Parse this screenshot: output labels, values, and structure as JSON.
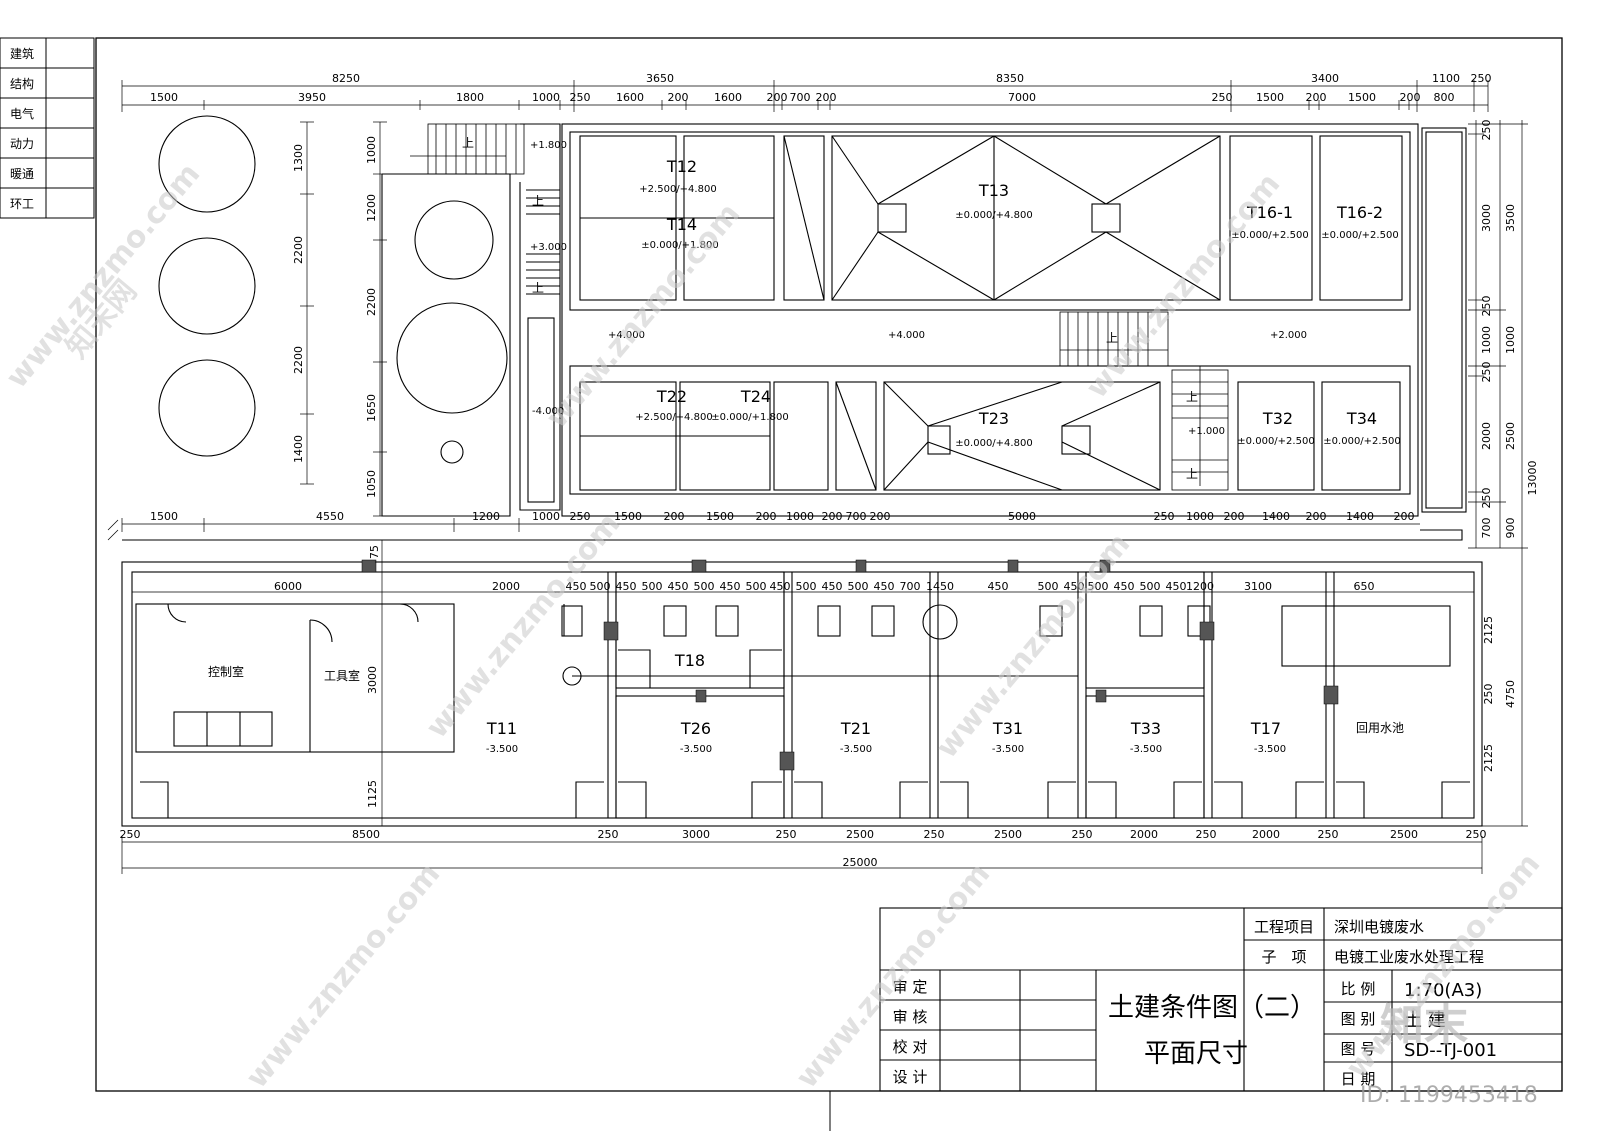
{
  "discipline_table": [
    "建筑",
    "结构",
    "电气",
    "动力",
    "暖通",
    "环工"
  ],
  "dims": {
    "top_overall": [
      "8250",
      "3650",
      "8350",
      "3400",
      "1100",
      "250"
    ],
    "top_detail": [
      "1500",
      "3950",
      "1800",
      "1000",
      "250",
      "1600",
      "200",
      "1600",
      "200",
      "700",
      "200",
      "7000",
      "250",
      "1500",
      "200",
      "1500",
      "200",
      "800"
    ],
    "mid": [
      "1500",
      "4550",
      "1200",
      "1000",
      "250",
      "1500",
      "200",
      "1500",
      "200",
      "1000",
      "200",
      "700",
      "200",
      "5000",
      "250",
      "1000",
      "200",
      "1400",
      "200",
      "1400",
      "200"
    ],
    "lower_top": [
      "6000",
      "2000",
      "450",
      "500",
      "450",
      "500",
      "450",
      "500",
      "450",
      "500",
      "450",
      "500",
      "450",
      "500",
      "450",
      "700",
      "1450",
      "450",
      "500",
      "450",
      "500",
      "450",
      "500",
      "450",
      "1200",
      "3100",
      "650"
    ],
    "bottom_detail": [
      "250",
      "8500",
      "250",
      "3000",
      "250",
      "2500",
      "250",
      "2500",
      "250",
      "2000",
      "250",
      "2000",
      "250",
      "2500",
      "250"
    ],
    "bottom_overall": "25000",
    "left_vertical": [
      "1300",
      "2200",
      "2200",
      "1400"
    ],
    "left2_vertical": [
      "1000",
      "1200",
      "2200",
      "1650",
      "1050"
    ],
    "left_lower": [
      "75",
      "3000",
      "1125"
    ],
    "right_a": [
      "250",
      "3000",
      "250",
      "1000",
      "250",
      "2000",
      "250",
      "700"
    ],
    "right_b": [
      "3500",
      "1000",
      "2500",
      "900"
    ],
    "right_c": "13000",
    "right_lower_a": [
      "2125",
      "250",
      "2125"
    ],
    "right_lower_b": "4750"
  },
  "tanks": {
    "t12": {
      "name": "T12",
      "elev": "+2.500/+4.800"
    },
    "t14": {
      "name": "T14",
      "elev": "±0.000/+1.800"
    },
    "t13": {
      "name": "T13",
      "elev": "±0.000/+4.800"
    },
    "t161": {
      "name": "T16-1",
      "elev": "±0.000/+2.500"
    },
    "t162": {
      "name": "T16-2",
      "elev": "±0.000/+2.500"
    },
    "t22": {
      "name": "T22",
      "elev": "+2.500/+4.800"
    },
    "t24": {
      "name": "T24",
      "elev": "±0.000/+1.800"
    },
    "t23": {
      "name": "T23",
      "elev": "±0.000/+4.800"
    },
    "t32": {
      "name": "T32",
      "elev": "±0.000/+2.500"
    },
    "t34": {
      "name": "T34",
      "elev": "±0.000/+2.500"
    },
    "t18": {
      "name": "T18"
    },
    "t11": {
      "name": "T11",
      "elev": "-3.500"
    },
    "t26": {
      "name": "T26",
      "elev": "-3.500"
    },
    "t21": {
      "name": "T21",
      "elev": "-3.500"
    },
    "t31": {
      "name": "T31",
      "elev": "-3.500"
    },
    "t33": {
      "name": "T33",
      "elev": "-3.500"
    },
    "t17": {
      "name": "T17",
      "elev": "-3.500"
    }
  },
  "levels": {
    "a": "+1.800",
    "b": "+3.000",
    "c": "-4.000",
    "d": "+4.000",
    "e": "+4.000",
    "f": "+2.000",
    "g": "+1.000"
  },
  "stair_up": "上",
  "rooms": {
    "control": "控制室",
    "tool": "工具室",
    "reuse": "回用水池"
  },
  "title_block": {
    "project_label": "工程项目",
    "project_value": "深圳电镀废水",
    "sub_label": "子　项",
    "sub_value": "电镀工业废水处理工程",
    "roles": [
      "审 定",
      "审 核",
      "校 对",
      "设 计"
    ],
    "drawing_title_1": "土建条件图（二）",
    "drawing_title_2": "平面尺寸",
    "scale_label": "比 例",
    "scale_value": "1:70(A3)",
    "category_label": "图 别",
    "category_value": "土 建",
    "number_label": "图 号",
    "number_value": "SD--TJ-001",
    "date_label": "日 期"
  },
  "watermark": {
    "site": "www.znzmo.com",
    "brand": "知末网",
    "logo": "知末",
    "id": "ID: 1199453418"
  }
}
